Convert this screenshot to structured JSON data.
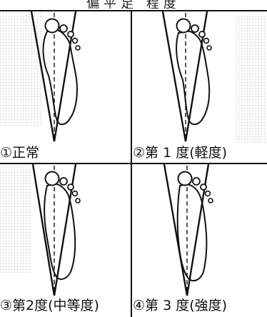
{
  "header": {
    "text": "偏平足 程度"
  },
  "panels": [
    {
      "label": "①正常"
    },
    {
      "label": "②第 1 度(軽度)"
    },
    {
      "label": "③第2度(中等度)"
    },
    {
      "label": "④第 3 度(強度)"
    }
  ]
}
